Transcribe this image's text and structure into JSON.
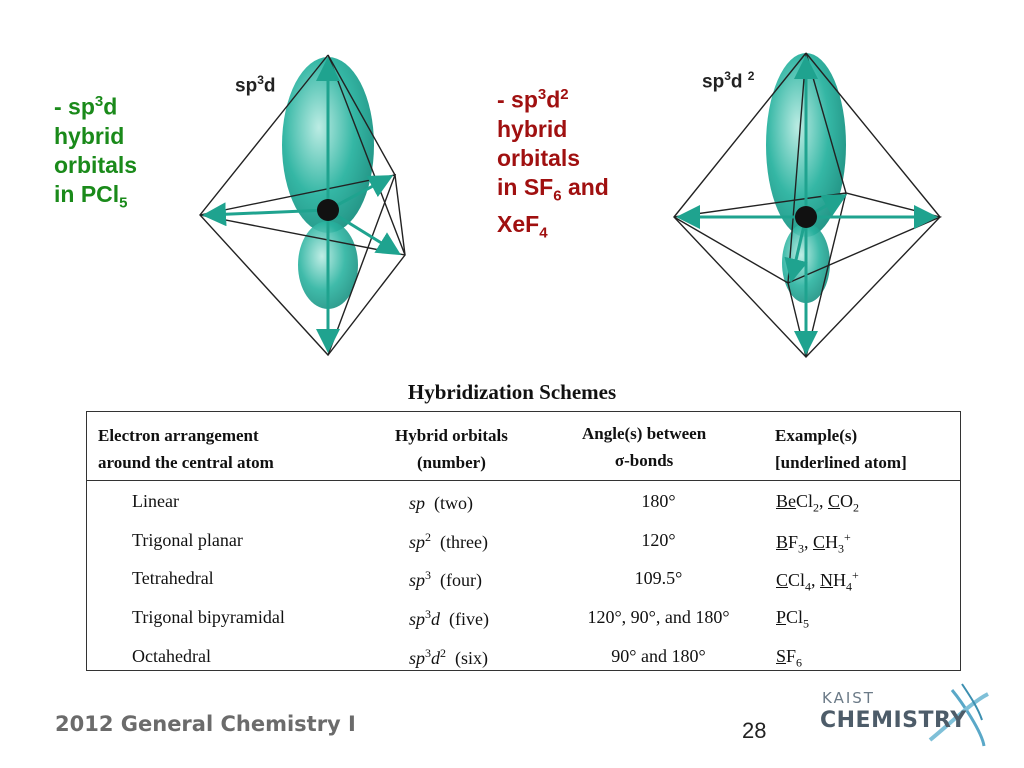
{
  "captions": {
    "left": {
      "line1_pre": "- sp",
      "line1_sup": "3",
      "line1_post": "d",
      "line2": "hybrid",
      "line3": "orbitals",
      "line4_pre": "in PCl",
      "line4_sub": "5"
    },
    "right": {
      "line1_pre": "- sp",
      "line1_sup1": "3",
      "line1_mid": "d",
      "line1_sup2": "2",
      "line2": "hybrid",
      "line3": "orbitals",
      "line4_pre": "in SF",
      "line4_sub": "6",
      "line4_post": " and",
      "line5_pre": "XeF",
      "line5_sub": "4"
    }
  },
  "diagram_labels": {
    "left": {
      "pre": "sp",
      "sup": "3",
      "post": "d"
    },
    "right": {
      "pre": "sp",
      "sup": "3",
      "mid": "d ",
      "sup2": "2"
    }
  },
  "colors": {
    "caption_left": "#1a8a1a",
    "caption_right": "#a01010",
    "orbital": "#2ab3a0",
    "footer": "#6b6b6b"
  },
  "table": {
    "title": "Hybridization Schemes",
    "headers": {
      "arrangement": [
        "Electron arrangement",
        "around the central atom"
      ],
      "hybrid": [
        "Hybrid orbitals",
        "(number)"
      ],
      "angle": [
        "Angle(s) between",
        "σ-bonds"
      ],
      "example": [
        "Example(s)",
        "[underlined atom]"
      ]
    },
    "rows": [
      {
        "arrangement": "Linear",
        "hyb": "sp",
        "hyb_sup": "",
        "hyb_d": "",
        "hyb_d_sup": "",
        "count": "(two)",
        "angle": "180°",
        "ex": [
          {
            "u": "Be",
            "t": "Cl",
            "sub": "2",
            "sep": ", "
          },
          {
            "u": "C",
            "t": "O",
            "sub": "2",
            "sep": ""
          }
        ]
      },
      {
        "arrangement": "Trigonal planar",
        "hyb": "sp",
        "hyb_sup": "2",
        "hyb_d": "",
        "hyb_d_sup": "",
        "count": "(three)",
        "angle": "120°",
        "ex": [
          {
            "u": "B",
            "t": "F",
            "sub": "3",
            "sep": ", "
          },
          {
            "u": "C",
            "t": "H",
            "sub": "3",
            "sup": "+",
            "sep": ""
          }
        ]
      },
      {
        "arrangement": "Tetrahedral",
        "hyb": "sp",
        "hyb_sup": "3",
        "hyb_d": "",
        "hyb_d_sup": "",
        "count": "(four)",
        "angle": "109.5°",
        "ex": [
          {
            "u": "C",
            "t": "Cl",
            "sub": "4",
            "sep": ", "
          },
          {
            "u": "N",
            "t": "H",
            "sub": "4",
            "sup": "+",
            "sep": ""
          }
        ]
      },
      {
        "arrangement": "Trigonal bipyramidal",
        "hyb": "sp",
        "hyb_sup": "3",
        "hyb_d": "d",
        "hyb_d_sup": "",
        "count": "(five)",
        "angle": "120°, 90°, and 180°",
        "ex": [
          {
            "u": "P",
            "t": "Cl",
            "sub": "5",
            "sep": ""
          }
        ]
      },
      {
        "arrangement": "Octahedral",
        "hyb": "sp",
        "hyb_sup": "3",
        "hyb_d": "d",
        "hyb_d_sup": "2",
        "count": "(six)",
        "angle": "90° and 180°",
        "ex": [
          {
            "u": "S",
            "t": "F",
            "sub": "6",
            "sep": ""
          }
        ]
      }
    ]
  },
  "footer": {
    "course": "2012 General Chemistry I",
    "page_number": "28",
    "logo_line1": "KAIST",
    "logo_line2": "CHEMISTRY"
  }
}
